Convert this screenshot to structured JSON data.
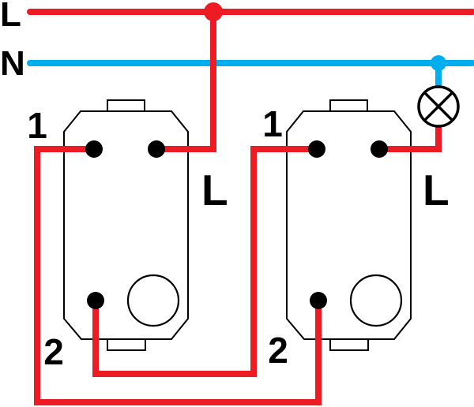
{
  "colors": {
    "live": "#ed1c24",
    "neutral": "#00aeef",
    "ink": "#000000",
    "bg": "#ffffff"
  },
  "supply": {
    "live_label": "L",
    "neutral_label": "N"
  },
  "switch1": {
    "terminal_top_label": "1",
    "terminal_bottom_label": "2",
    "terminal_live_label": "L"
  },
  "switch2": {
    "terminal_top_label": "1",
    "terminal_bottom_label": "2",
    "terminal_live_label": "L"
  }
}
